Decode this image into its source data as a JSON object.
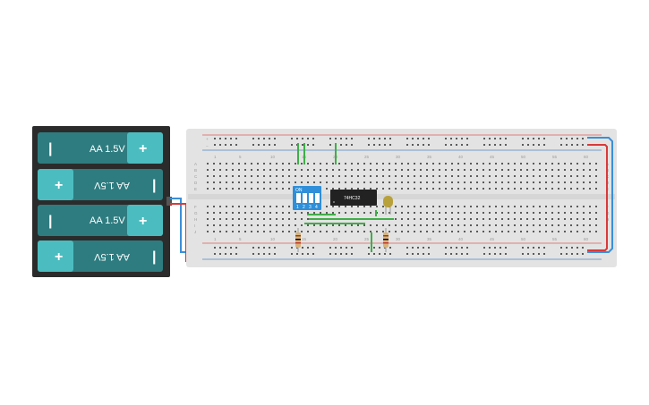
{
  "battery_pack": {
    "cells": [
      {
        "label": "AA 1.5V",
        "plus": "+",
        "minus": "|",
        "orientation": "normal"
      },
      {
        "label": "AA 1.5V",
        "plus": "+",
        "minus": "|",
        "orientation": "flipped"
      },
      {
        "label": "AA 1.5V",
        "plus": "+",
        "minus": "|",
        "orientation": "normal"
      },
      {
        "label": "AA 1.5V",
        "plus": "+",
        "minus": "|",
        "orientation": "flipped"
      }
    ],
    "case_color": "#2b2b2b",
    "cell_color": "#2e7c80",
    "cap_color": "#4bbdc0"
  },
  "breadboard": {
    "column_numbers": [
      "1",
      "5",
      "10",
      "15",
      "20",
      "25",
      "30",
      "35",
      "40",
      "45",
      "50",
      "55",
      "60"
    ],
    "row_letters_top": [
      "A",
      "B",
      "C",
      "D",
      "E"
    ],
    "row_letters_bottom": [
      "F",
      "G",
      "H",
      "I",
      "J"
    ],
    "rail_signs": {
      "plus": "+",
      "minus": "−"
    },
    "board_color": "#e3e3e3",
    "rail_red": "#e05b5b",
    "rail_blue": "#4f86c6"
  },
  "components": {
    "ic_label": "74HC32",
    "dip_switch_on_label": "ON",
    "dip_switch_numbers": [
      "1",
      "2",
      "3",
      "4"
    ],
    "dip_color": "#2f8fd8",
    "led_color": "#b8a13a",
    "wire_green": "#3fae49",
    "wire_red": "#d83a3a",
    "wire_blue": "#3a8fd8"
  }
}
